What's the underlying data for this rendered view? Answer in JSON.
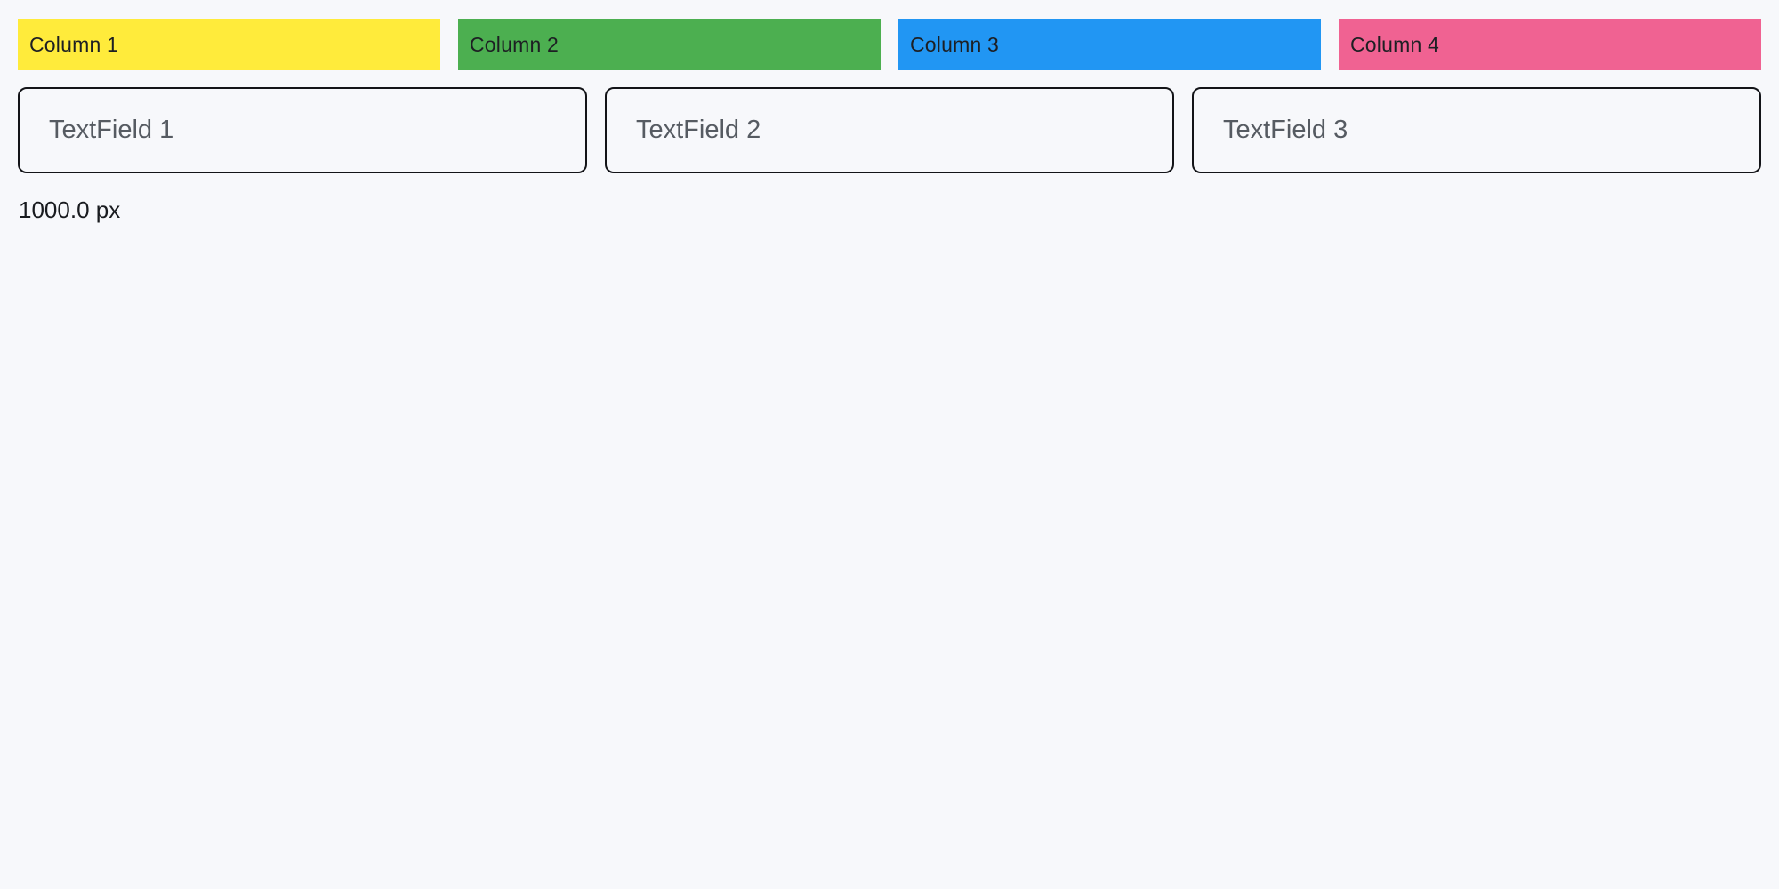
{
  "page": {
    "background_color": "#F7F8FB",
    "size_label": "1000.0 px"
  },
  "columns": [
    {
      "label": "Column 1",
      "color": "#FFEB3B",
      "text_color": "#1d1f23"
    },
    {
      "label": "Column 2",
      "color": "#4CAF50",
      "text_color": "#1d1f23"
    },
    {
      "label": "Column 3",
      "color": "#2196F3",
      "text_color": "#1d1f23"
    },
    {
      "label": "Column 4",
      "color": "#F06292",
      "text_color": "#1d1f23"
    }
  ],
  "textfields": [
    {
      "placeholder": "TextField 1",
      "value": ""
    },
    {
      "placeholder": "TextField 2",
      "value": ""
    },
    {
      "placeholder": "TextField 3",
      "value": ""
    }
  ]
}
